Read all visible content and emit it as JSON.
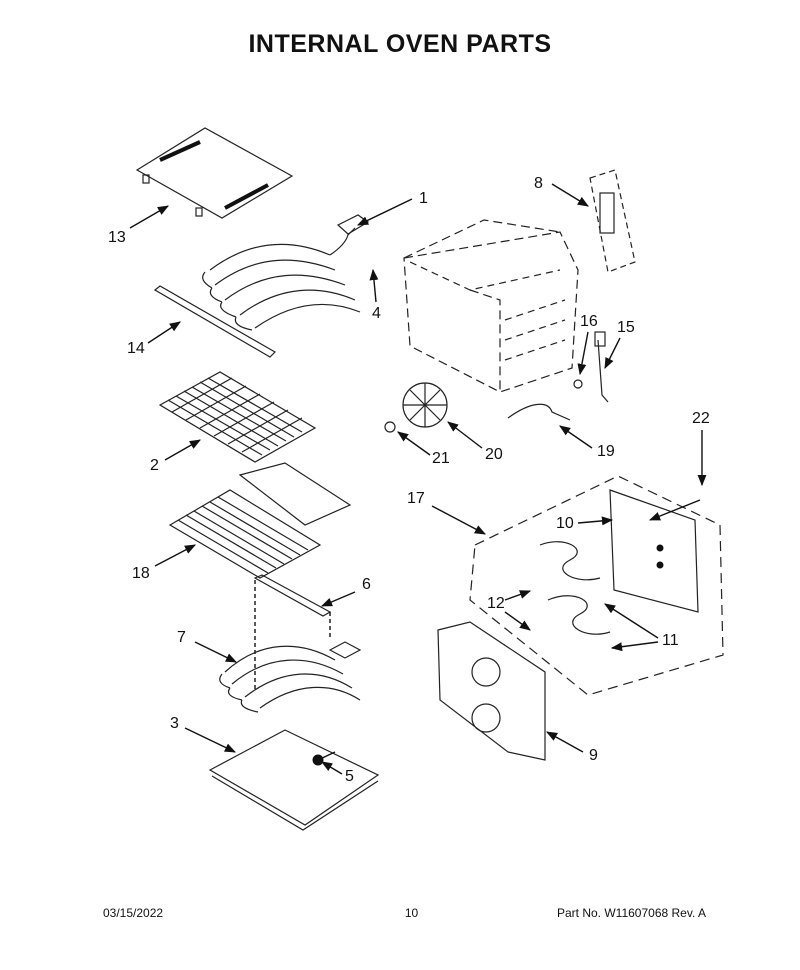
{
  "title": "INTERNAL OVEN PARTS",
  "callouts": [
    "1",
    "2",
    "3",
    "4",
    "5",
    "6",
    "7",
    "8",
    "9",
    "10",
    "11",
    "12",
    "13",
    "14",
    "15",
    "16",
    "17",
    "18",
    "19",
    "20",
    "21",
    "22"
  ],
  "footer": {
    "date": "03/15/2022",
    "page": "10",
    "part_number": "Part No.  W11607068  Rev.  A"
  }
}
